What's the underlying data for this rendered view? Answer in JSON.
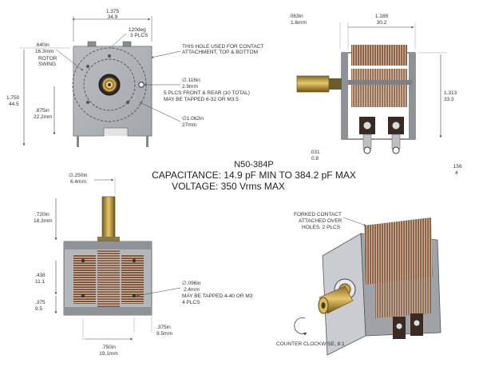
{
  "part_number": "N50-384P",
  "capacitance": "CAPACITANCE: 14.9 pF MIN TO 384.2 pF MAX",
  "voltage": "VOLTAGE: 350 Vrms MAX",
  "front_view": {
    "width_in": "1.375",
    "width_mm": "34.9",
    "angle_line1": "120deg",
    "angle_line2": "3 PLCS",
    "note_line1": "THIS HOLE USED FOR CONTACT",
    "note_line2": "ATTACHMENT, TOP & BOTTOM",
    "rotor_in": ".640in",
    "rotor_mm": "16.3mm",
    "rotor_label1": "ROTOR",
    "rotor_label2": "SWING",
    "height_in": "1.750",
    "height_mm": "44.5",
    "center_in": ".875in",
    "center_mm": "22.2mm",
    "hole_in": "∅.116in",
    "hole_mm": "2.9mm",
    "hole_note1": "5 PLCS FRONT & REAR (10 TOTAL)",
    "hole_note2": "MAY BE TAPPED 6-32 OR M3.5",
    "bore_in": "∅1.062in",
    "bore_mm": "27mm"
  },
  "side_view": {
    "thick_in": ".063in",
    "thick_mm": "1.6mm",
    "depth_in": "1.188",
    "depth_mm": "30.2",
    "height_in": "1.313",
    "height_mm": "33.3",
    "tab_in": ".031",
    "tab_mm": "0.8",
    "pin_in": ".156",
    "pin_mm": "4"
  },
  "bottom_view": {
    "shaft_dia_in": "∅.250in",
    "shaft_dia_mm": "6.4mm",
    "shaft_len_in": ".720in",
    "shaft_len_mm": "18.3mm",
    "dim438_in": ".438",
    "dim438_mm": "11.1",
    "dim375_in": ".375",
    "dim375_mm": "9.5",
    "hole_in": "∅.096in",
    "hole_mm": "2.4mm",
    "hole_note1": "MAY BE TAPPED 4-40 OR M3",
    "hole_note2": "4 PLCS",
    "spacing_in": ".375in",
    "spacing_mm": "9.5mm",
    "width_in": ".750in",
    "width_mm": "19.1mm"
  },
  "iso_view": {
    "note_line1": "FORKED CONTACT",
    "note_line2": "ATTACHED OVER",
    "note_line3": "HOLES, 2 PLCS",
    "rotation": "COUNTER CLOCKWISE, 8:1"
  }
}
